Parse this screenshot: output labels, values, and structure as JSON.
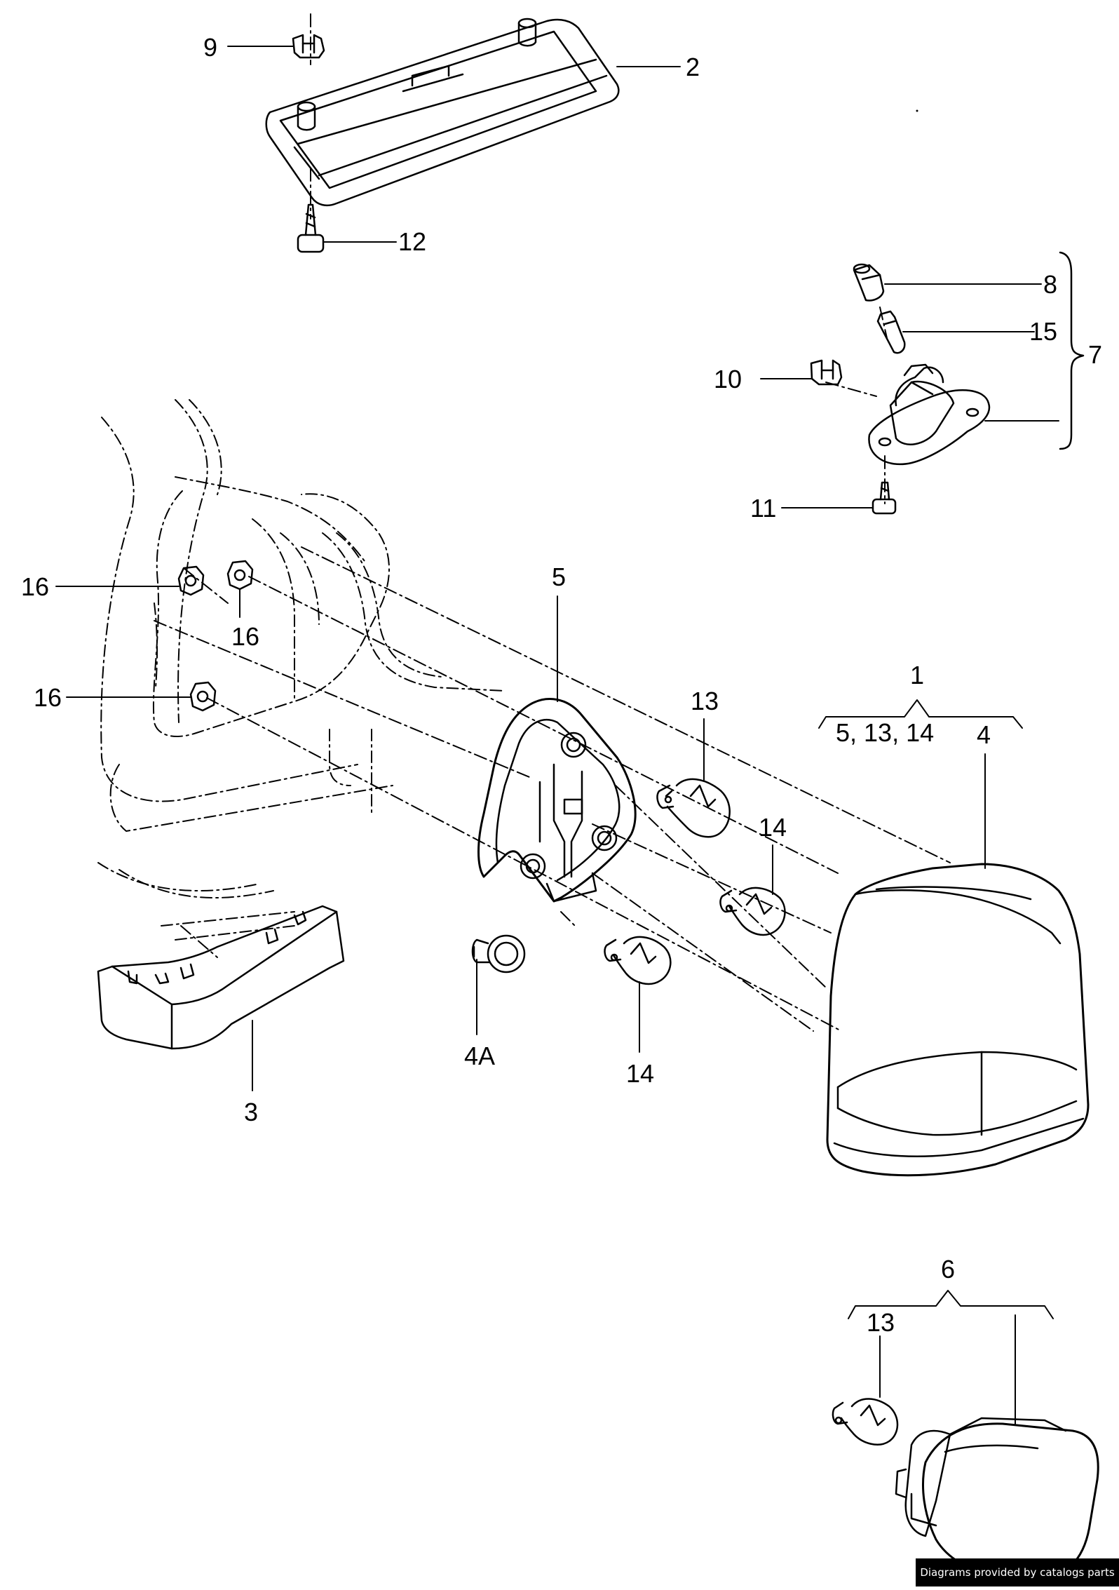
{
  "callouts": {
    "c1": "1",
    "c1_sub": "5, 13, 14",
    "c2": "2",
    "c3": "3",
    "c4": "4",
    "c4a": "4A",
    "c5": "5",
    "c6": "6",
    "c7": "7",
    "c8": "8",
    "c9": "9",
    "c10": "10",
    "c11": "11",
    "c12": "12",
    "c13a": "13",
    "c13b": "13",
    "c14a": "14",
    "c14b": "14",
    "c15": "15",
    "c16a": "16",
    "c16b": "16",
    "c16c": "16"
  },
  "credit": "Diagrams provided by catalogs parts",
  "colors": {
    "line": "#000000",
    "background": "#ffffff",
    "credit_bg": "#000000",
    "credit_text": "#ffffff"
  }
}
